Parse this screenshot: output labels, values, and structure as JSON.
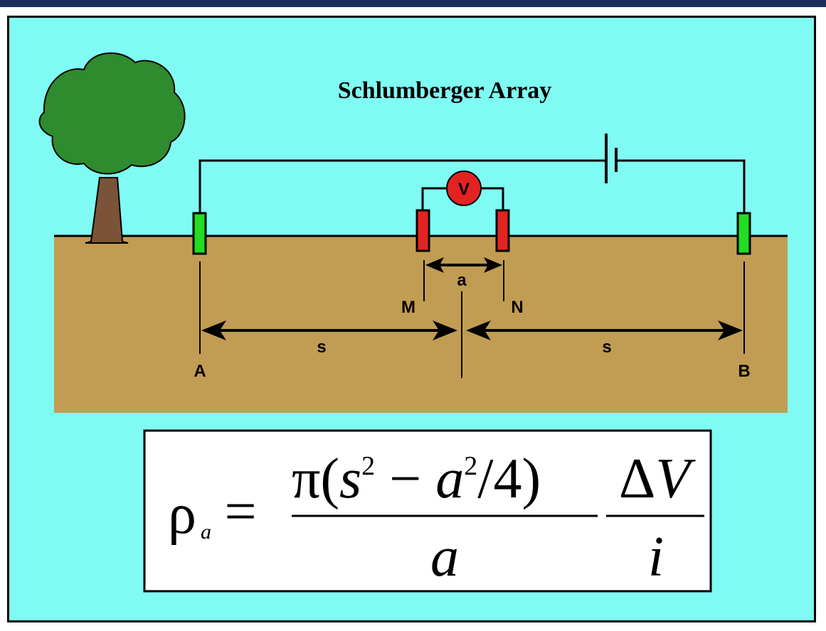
{
  "diagram": {
    "title": "Schlumberger Array",
    "electrodes": {
      "A": "A",
      "B": "B",
      "M": "M",
      "N": "N"
    },
    "spacing_labels": {
      "a": "a",
      "s_left": "s",
      "s_right": "s"
    },
    "voltmeter_label": "V",
    "colors": {
      "background": "#7ffbf3",
      "ground": "#c19c53",
      "current_electrode": "#22dd22",
      "potential_electrode": "#e32222",
      "tree_foliage": "#2e8b2e",
      "tree_trunk": "#7a5338",
      "header_bar": "#1b2d5a"
    }
  },
  "formula": {
    "lhs_symbol": "ρ",
    "lhs_subscript": "a",
    "equals": "=",
    "numerator_pi": "π(",
    "numerator_s": "s",
    "numerator_s_exp": "2",
    "numerator_minus": " − ",
    "numerator_a": "a",
    "numerator_a_exp": "2",
    "numerator_rest": "/4)",
    "denominator": "a",
    "delta_v_delta": "Δ",
    "delta_v_v": "V",
    "current": "i"
  }
}
